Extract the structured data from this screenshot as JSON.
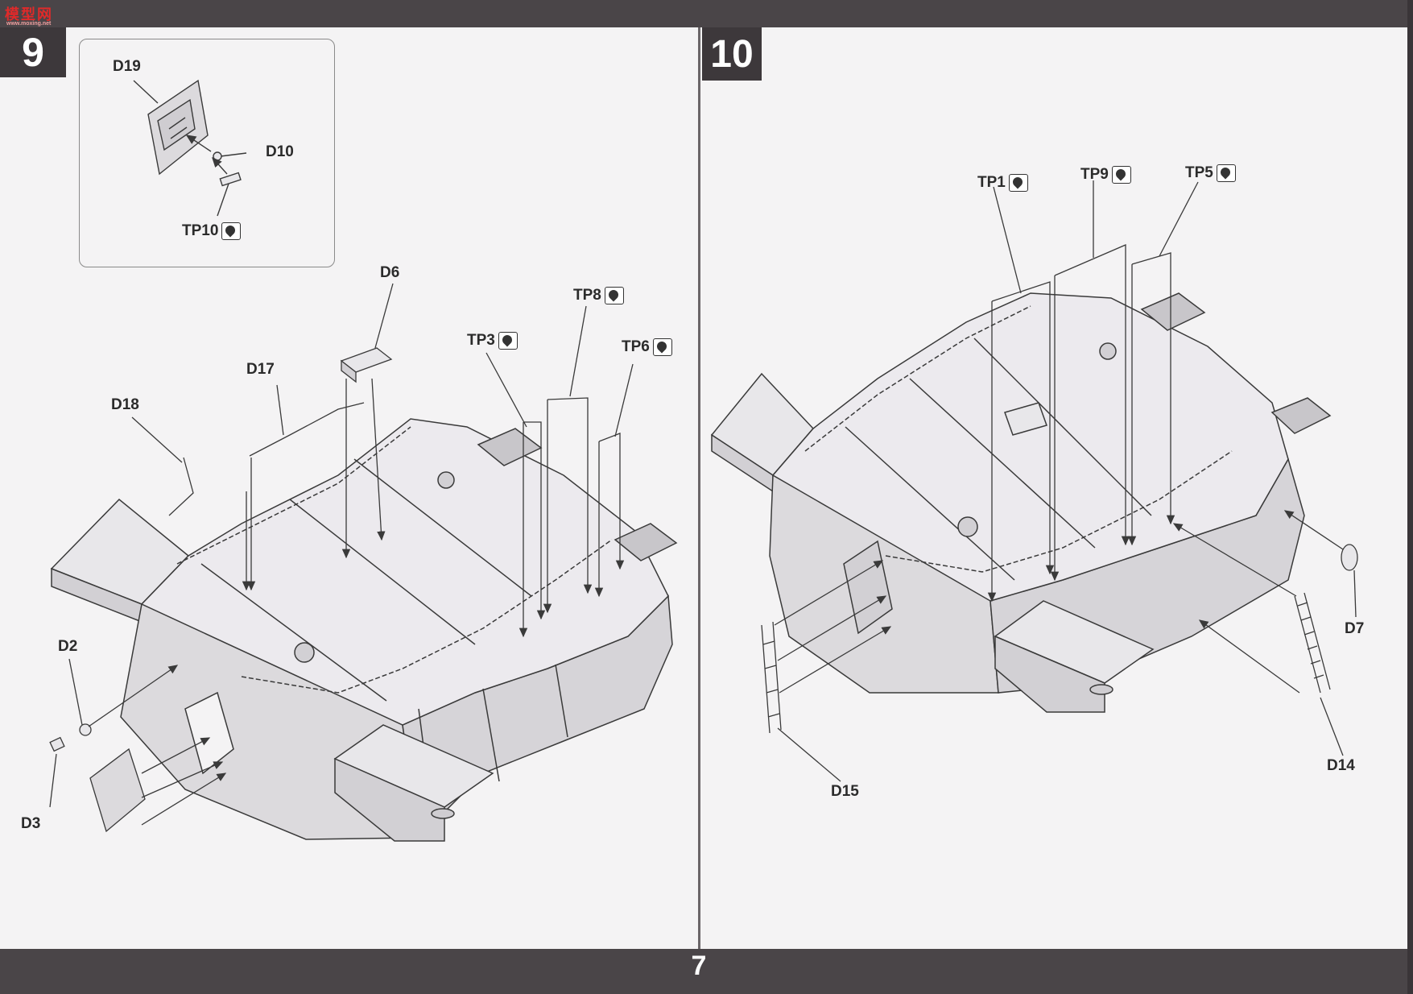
{
  "header": {
    "logo": {
      "main": "模型网",
      "sub": "www.moxing.net"
    }
  },
  "steps": {
    "step9": {
      "number": "9"
    },
    "step10": {
      "number": "10"
    }
  },
  "page_number": "7",
  "labels": {
    "inset_d19": "D19",
    "inset_d10": "D10",
    "inset_tp10": "TP10",
    "s9_d6": "D6",
    "s9_d17": "D17",
    "s9_d18": "D18",
    "s9_tp8": "TP8",
    "s9_tp3": "TP3",
    "s9_tp6": "TP6",
    "s9_d2": "D2",
    "s9_d3": "D3",
    "s10_tp1": "TP1",
    "s10_tp9": "TP9",
    "s10_tp5": "TP5",
    "s10_d7": "D7",
    "s10_d14": "D14",
    "s10_d15": "D15"
  },
  "icons": {
    "photo_etch": "photo-etch-part-icon"
  },
  "colors": {
    "band": "#4a4548",
    "step_box": "#3d383b",
    "paper": "#f4f3f4",
    "line_art": "#3a3a3a",
    "hull_fill": "#dcdadd",
    "deck_fill": "#e8e7ea"
  }
}
